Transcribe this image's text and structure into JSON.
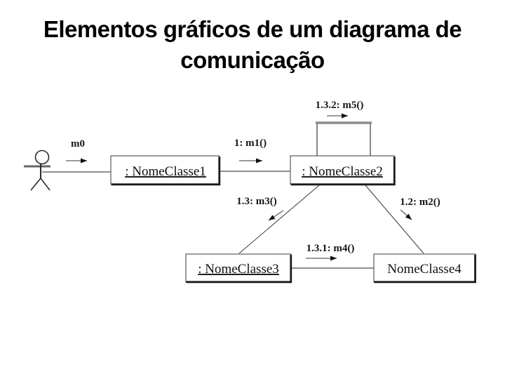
{
  "slide": {
    "title": "Elementos gráficos de um diagrama de comunicação"
  },
  "diagram": {
    "kind": "UML communication diagram",
    "colors": {
      "background": "#ffffff",
      "line": "#333333",
      "shadow": "#1b1b1b",
      "arrow_shaft": "#787878",
      "arrow_head": "#111111",
      "text": "#101010"
    },
    "actor": {
      "name": "actor"
    },
    "objects": [
      {
        "label": ": NomeClasse1",
        "underlined": true
      },
      {
        "label": ": NomeClasse2",
        "underlined": true
      },
      {
        "label": ": NomeClasse3",
        "underlined": true
      },
      {
        "label": "NomeClasse4",
        "underlined": false
      }
    ],
    "messages": [
      {
        "label": "m0",
        "from": "actor",
        "to": "NomeClasse1"
      },
      {
        "label": "1: m1()",
        "from": "NomeClasse1",
        "to": "NomeClasse2"
      },
      {
        "label": "1.3.2: m5()",
        "from": "NomeClasse2",
        "to": "NomeClasse2"
      },
      {
        "label": "1.3: m3()",
        "from": "NomeClasse2",
        "to": "NomeClasse3"
      },
      {
        "label": "1.2: m2()",
        "from": "NomeClasse2",
        "to": "NomeClasse4"
      },
      {
        "label": "1.3.1: m4()",
        "from": "NomeClasse3",
        "to": "NomeClasse4"
      }
    ]
  }
}
